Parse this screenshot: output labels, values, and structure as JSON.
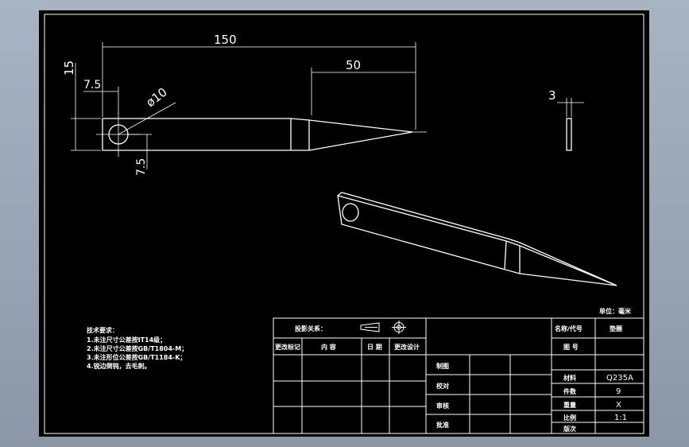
{
  "dimensions": {
    "overall_length": "150",
    "tip_length": "50",
    "height": "15",
    "hole_offset_x": "7.5",
    "hole_offset_y": "7.5",
    "hole_diameter": "ø10",
    "thickness": "3"
  },
  "technical_notes": {
    "title": "技术要求：",
    "lines": [
      "1.未注尺寸公差按IT14级；",
      "2.未注尺寸公差按GB/T1804-M；",
      "3.未注形位公差按GB/T1184-K；",
      "4.锐边倒钝，去毛刺。"
    ]
  },
  "title_block": {
    "unit": "单位：毫米",
    "projection_label": "投影关系：",
    "rev_headers": [
      "更改标记",
      "内 容",
      "日 期",
      "更改设计"
    ],
    "name_label": "名称/代号",
    "name_value": "垫圈",
    "drawing_no_label": "图 号",
    "drawing_no_value": "",
    "roles": [
      "制图",
      "校对",
      "审核",
      "批准"
    ],
    "rows": [
      {
        "label": "材料",
        "value": "Q235A"
      },
      {
        "label": "件数",
        "value": "9"
      },
      {
        "label": "重量",
        "value": "X"
      },
      {
        "label": "比例",
        "value": "1:1"
      },
      {
        "label": "版次",
        "value": ""
      }
    ]
  }
}
